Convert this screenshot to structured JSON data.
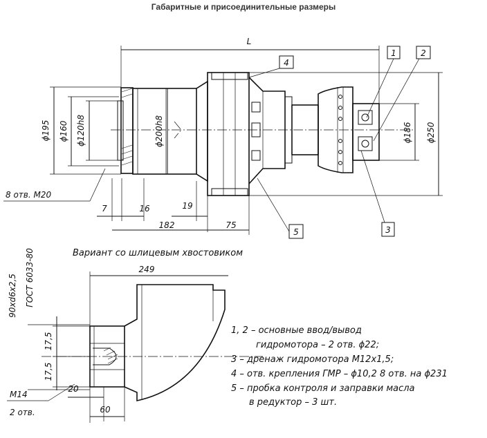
{
  "title": "Габаритные и присоединительные размеры",
  "dimensions": {
    "L": "L",
    "d195": "ϕ195",
    "d160": "ϕ160",
    "d120h8": "ϕ120h8",
    "d200h8": "ϕ200h8",
    "d186": "ϕ186",
    "d250": "ϕ250",
    "holes": "8 отв. M20",
    "d7": "7",
    "d16": "16",
    "d19": "19",
    "d182": "182",
    "d75": "75"
  },
  "callouts": [
    "1",
    "2",
    "3",
    "4",
    "5"
  ],
  "variant": {
    "title": "Вариант со шлицевым хвостовиком",
    "d249": "249",
    "spline": "90xd6x2,5",
    "gost": "ГОСТ 6033-80",
    "d17_5_top": "17,5",
    "d17_5_bottom": "17,5",
    "m14": "M14",
    "holes2": "2 отв.",
    "d20": "20",
    "d60": "60"
  },
  "notes": [
    "1, 2 – основные ввод/вывод",
    "гидромотора – 2 отв. ϕ22;",
    "3 – дренаж гидромотора M12x1,5;",
    "4 – отв. крепления ГМР – ϕ10,2 8 отв. на ϕ231",
    "5 – пробка контроля и заправки масла",
    "в редуктор – 3 шт."
  ]
}
